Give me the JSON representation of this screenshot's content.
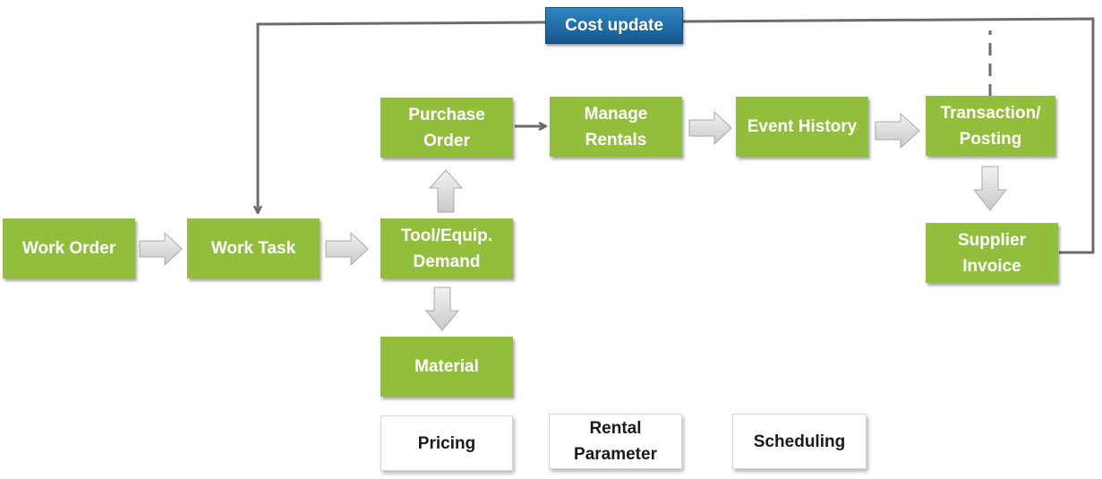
{
  "diagram": {
    "title_tag": "Cost update",
    "nodes": {
      "work_order": "Work Order",
      "work_task": "Work Task",
      "tool_equip_demand": "Tool/Equip.\nDemand",
      "purchase_order": "Purchase\nOrder",
      "material": "Material",
      "manage_rentals": "Manage\nRentals",
      "event_history": "Event History",
      "transaction_posting": "Transaction/\nPosting",
      "supplier_invoice": "Supplier\nInvoice",
      "pricing": "Pricing",
      "rental_parameter": "Rental\nParameter",
      "scheduling": "Scheduling"
    },
    "colors": {
      "green": "#92bf3b",
      "blue": "#1f6fab",
      "line": "#6b6b6b",
      "arrow_fill": "#e0e0e0"
    }
  }
}
